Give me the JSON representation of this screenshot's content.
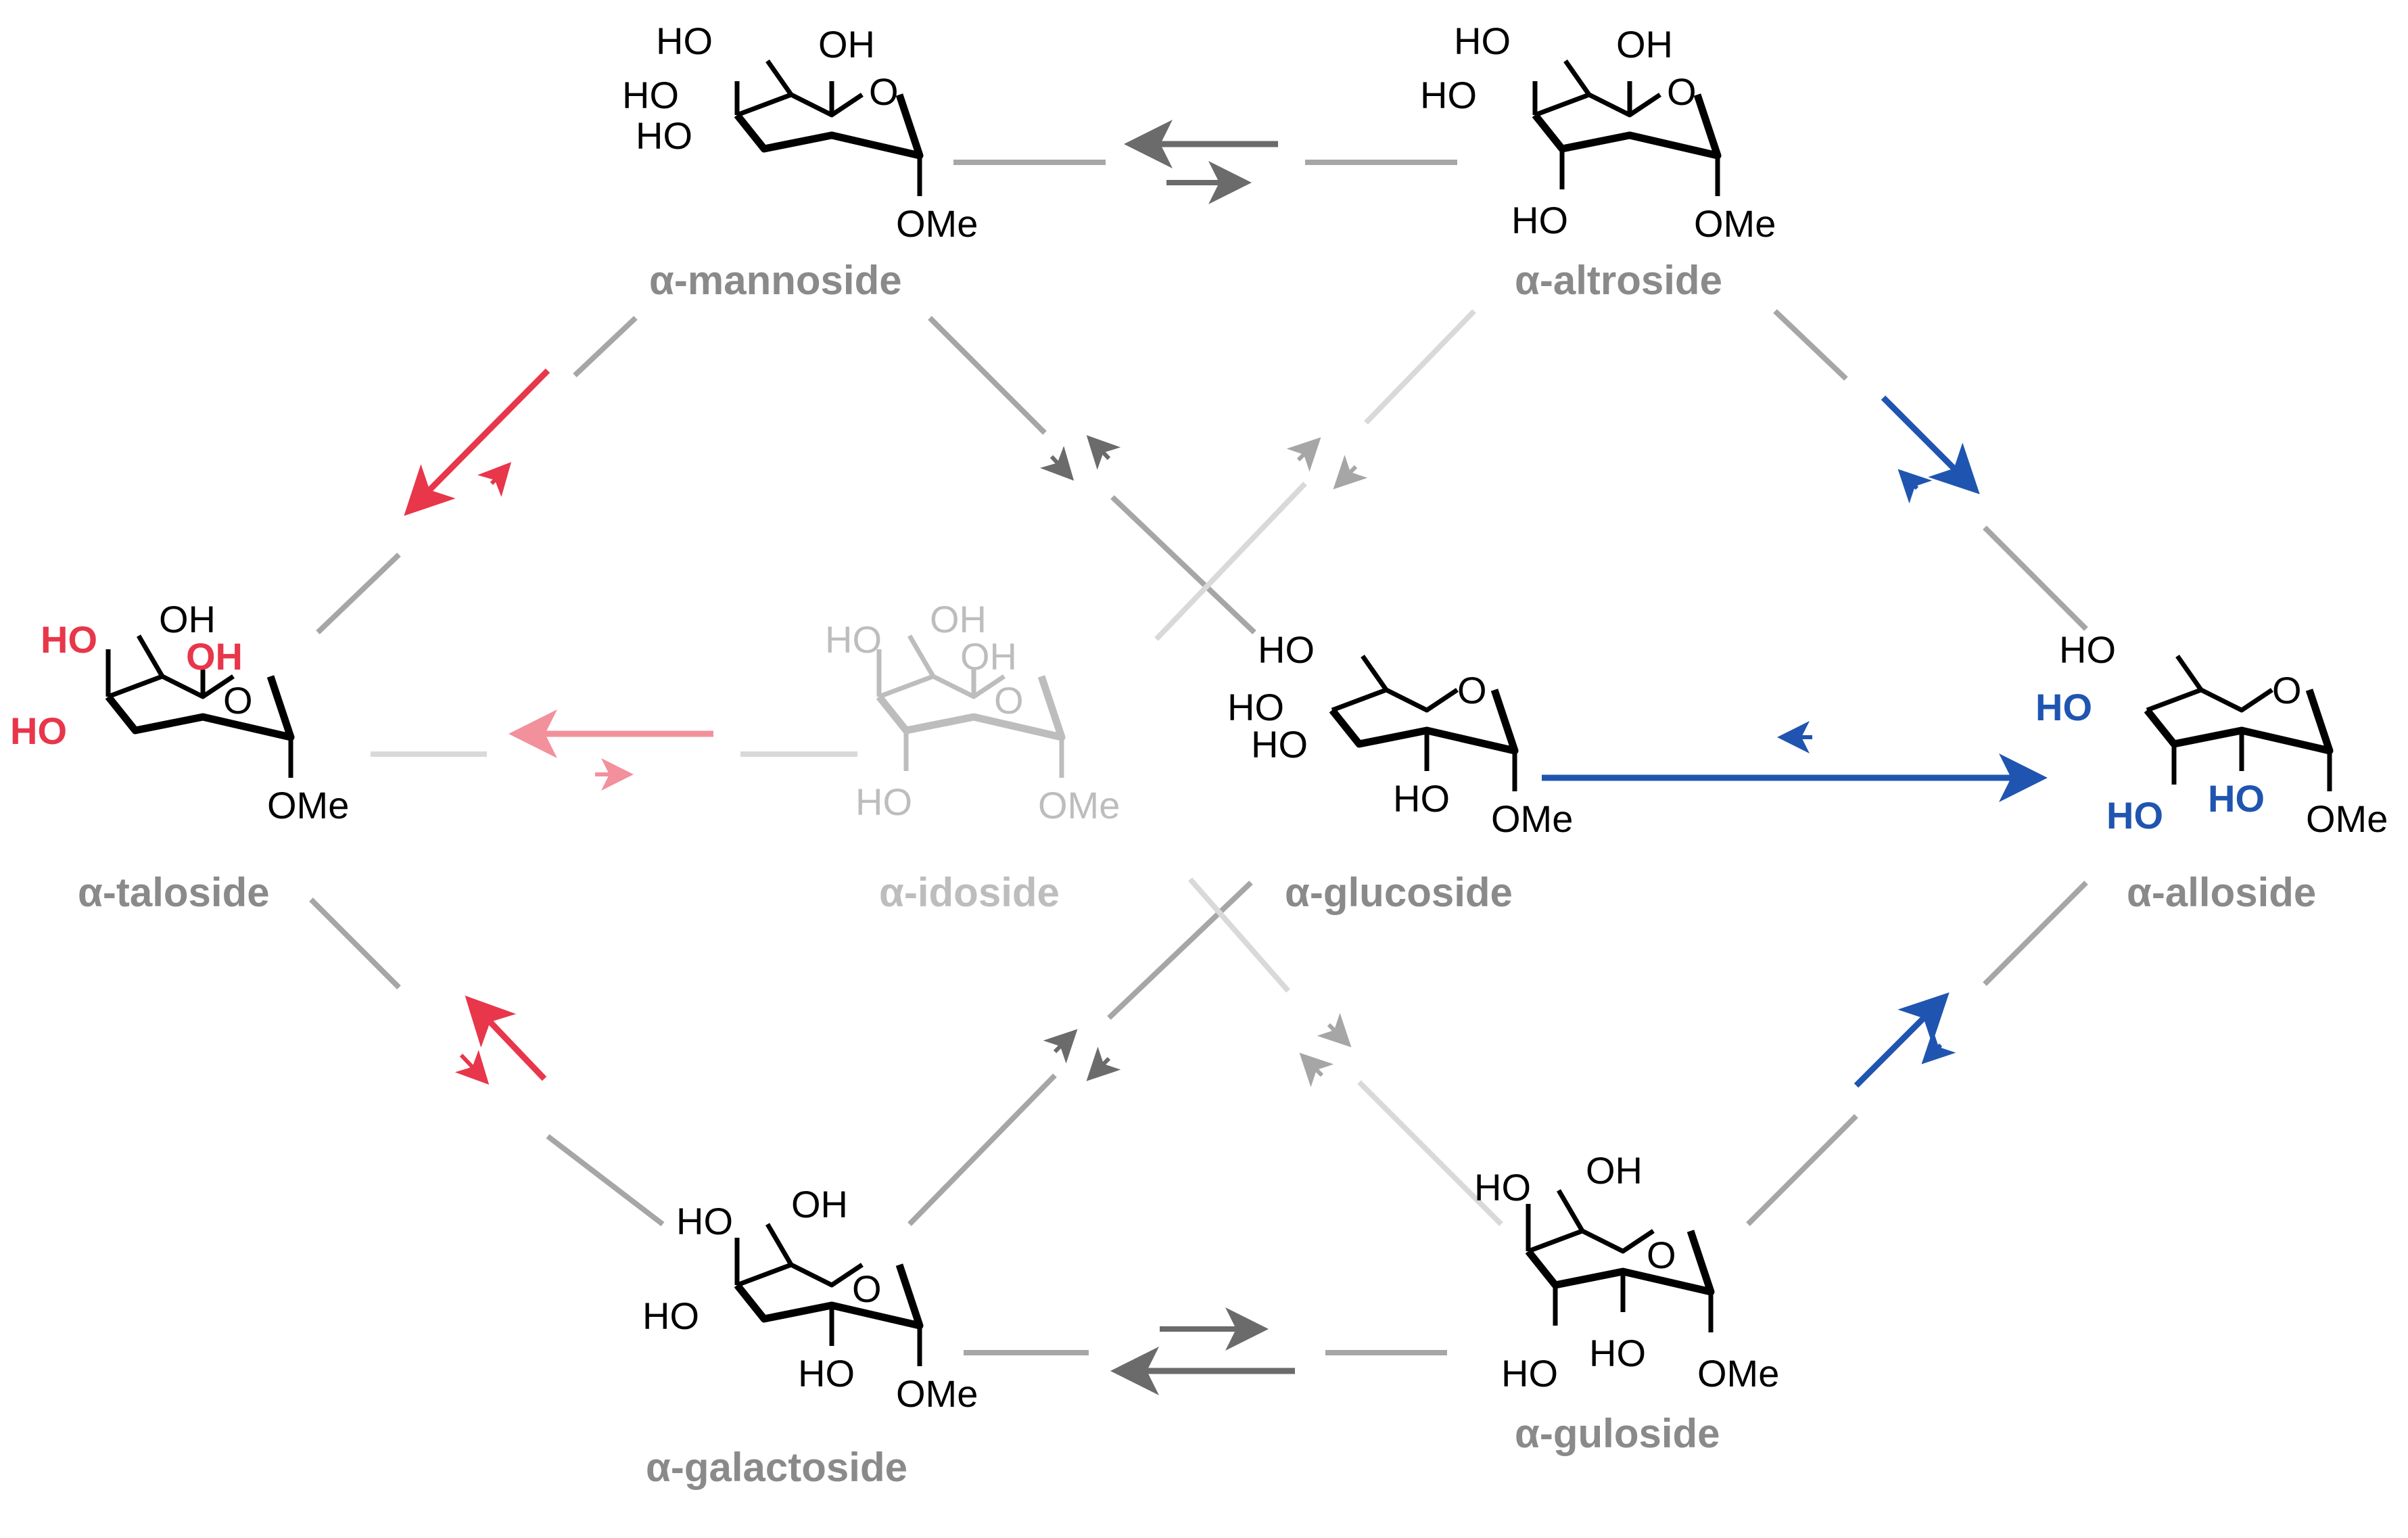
{
  "title": "",
  "colors": {
    "bond": "#000000",
    "label_gray": "#8a8a8a",
    "edge_gray": "#a6a6a6",
    "edge_light": "#d9d9d9",
    "arrow_dark": "#6b6b6b",
    "arrow_mid": "#a6a6a6",
    "red": "#e8364a",
    "red_light": "#f2909c",
    "blue": "#1f55b0",
    "faded": "#bdbdbd"
  },
  "atoms": {
    "HO": "HO",
    "OH": "OH",
    "O": "O",
    "OMe": "OMe"
  },
  "molecules": [
    {
      "key": "mannoside",
      "name": "α-mannoside"
    },
    {
      "key": "altroside",
      "name": "α-altroside"
    },
    {
      "key": "taloside",
      "name": "α-taloside"
    },
    {
      "key": "idoside",
      "name": "α-idoside"
    },
    {
      "key": "glucoside",
      "name": "α-glucoside"
    },
    {
      "key": "alloside",
      "name": "α-alloside"
    },
    {
      "key": "galactoside",
      "name": "α-galactoside"
    },
    {
      "key": "guloside",
      "name": "α-guloside"
    }
  ]
}
